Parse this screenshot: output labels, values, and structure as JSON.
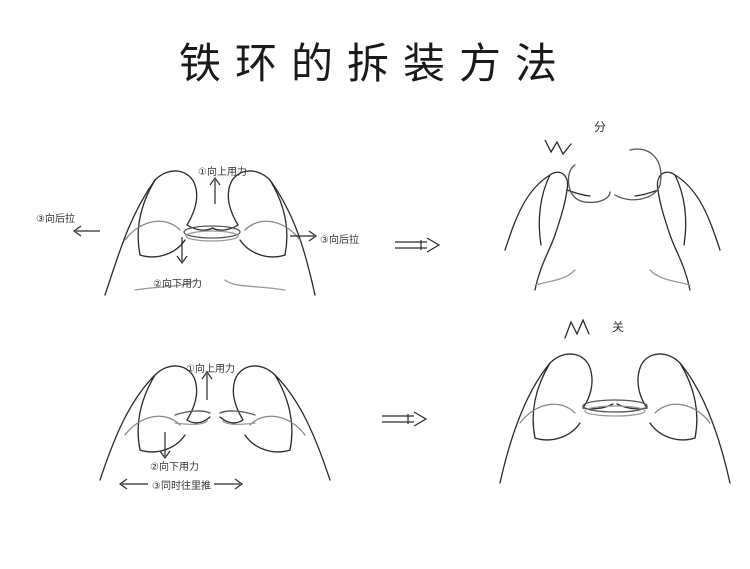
{
  "title": "铁环的拆装方法",
  "step1": {
    "label_up": "①向上用力",
    "label_left": "③向后拉",
    "label_right": "③向后拉",
    "label_down": "②向下用力"
  },
  "step1_result": {
    "label": "分"
  },
  "step2": {
    "label_up": "①向上用力",
    "label_down": "②向下用力",
    "label_push": "③同时往里推"
  },
  "step2_result": {
    "label": "关"
  }
}
